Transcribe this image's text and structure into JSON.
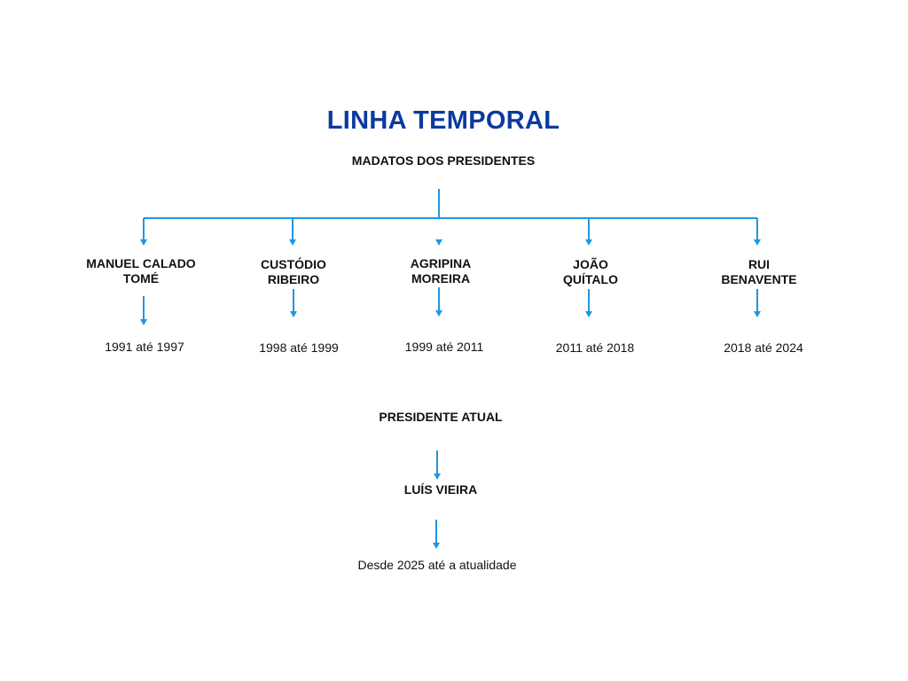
{
  "title": "LINHA TEMPORAL",
  "subtitle": "MADATOS DOS PRESIDENTES",
  "colors": {
    "title": "#0b3a9e",
    "connector": "#1f97e0",
    "text": "#111111"
  },
  "presidents": [
    {
      "name": "MANUEL CALADO\nTOMÉ",
      "years": "1991 até 1997"
    },
    {
      "name": "CUSTÓDIO\nRIBEIRO",
      "years": "1998 até 1999"
    },
    {
      "name": "AGRIPINA\nMOREIRA",
      "years": "1999 até 2011"
    },
    {
      "name": "JOÃO\nQUÍTALO",
      "years": "2011 até 2018"
    },
    {
      "name": "RUI\nBENAVENTE",
      "years": "2018 até 2024"
    }
  ],
  "current": {
    "label": "PRESIDENTE ATUAL",
    "name": "LUÍS VIEIRA",
    "years": "Desde 2025 até a atualidade"
  }
}
